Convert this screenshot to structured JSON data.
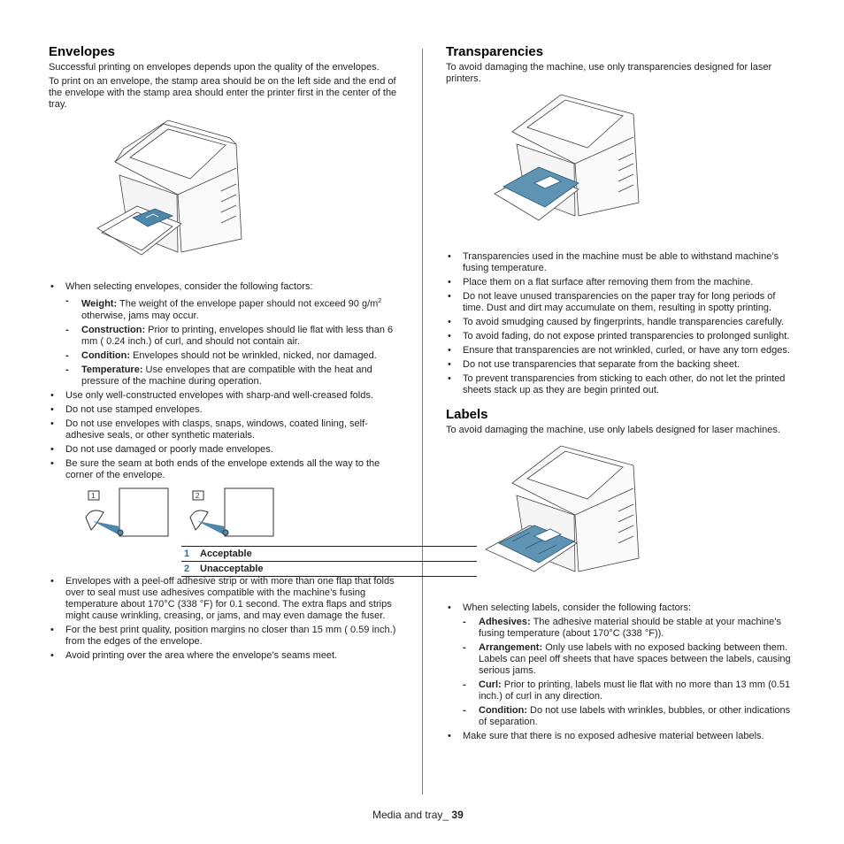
{
  "envelopes": {
    "title": "Envelopes",
    "intro1": "Successful printing on envelopes depends upon the quality of the envelopes.",
    "intro2": "To print on an envelope, the stamp area should be on the left side and the end of the envelope with the stamp area should enter the printer first in the center of the tray.",
    "factors_intro": "When selecting envelopes, consider the following factors:",
    "factors": [
      {
        "term": "Weight:",
        "pre": "The weight of the envelope paper should not exceed 90 g/m",
        "sup": "2",
        "post": " otherwise, jams may occur."
      },
      {
        "term": "Construction:",
        "text": "Prior to printing, envelopes should lie flat with less than 6 mm ( 0.24 inch.) of curl, and should not contain air."
      },
      {
        "term": "Condition:",
        "text": "Envelopes should not be wrinkled, nicked, nor damaged."
      },
      {
        "term": "Temperature:",
        "text": "Use envelopes that are compatible with the heat and pressure of the machine during operation."
      }
    ],
    "bullets_a": [
      "Use only well-constructed envelopes with sharp-and well-creased folds.",
      "Do not use stamped envelopes.",
      "Do not use envelopes with clasps, snaps, windows, coated lining, self-adhesive seals, or other synthetic materials.",
      "Do not use damaged or poorly made envelopes.",
      "Be sure the seam at both ends of the envelope extends all the way to the corner of the envelope."
    ],
    "legend": [
      {
        "num": "1",
        "label": "Acceptable"
      },
      {
        "num": "2",
        "label": "Unacceptable"
      }
    ],
    "bullets_b": [
      "Envelopes with a peel-off adhesive strip or with more than one flap that folds over to seal must use adhesives compatible with the machine’s fusing temperature about 170°C (338 °F) for 0.1 second. The extra flaps and strips might cause wrinkling, creasing, or jams, and may even damage the fuser.",
      "For the best print quality, position margins no closer than 15 mm ( 0.59 inch.) from the edges of the envelope.",
      "Avoid printing over the area where the envelope’s seams meet."
    ]
  },
  "transparencies": {
    "title": "Transparencies",
    "intro": "To avoid damaging the machine, use only transparencies designed for laser printers.",
    "bullets": [
      "Transparencies used in the machine must be able to withstand machine’s fusing temperature.",
      "Place them on a flat surface after removing them from the machine.",
      "Do not leave unused transparencies on the paper tray for long periods of time. Dust and dirt may accumulate on them, resulting in spotty printing.",
      "To avoid smudging caused by fingerprints, handle transparencies carefully.",
      "To avoid fading, do not expose printed transparencies to prolonged sunlight.",
      "Ensure that transparencies are not wrinkled, curled, or have any torn edges.",
      "Do not use transparencies that separate from the backing sheet.",
      "To prevent transparencies from sticking to each other, do not let the printed sheets stack up as they are begin printed out."
    ]
  },
  "labels": {
    "title": "Labels",
    "intro": "To avoid damaging the machine, use only labels designed for laser machines.",
    "factors_intro": "When selecting labels, consider the following factors:",
    "factors": [
      {
        "term": "Adhesives:",
        "text": "The adhesive material should be stable at your machine’s fusing temperature (about 170°C (338 °F))."
      },
      {
        "term": "Arrangement:",
        "text": "Only use labels with no exposed backing between them. Labels can peel off sheets that have spaces between the labels, causing serious jams."
      },
      {
        "term": "Curl:",
        "text": "Prior to printing, labels must lie flat with no more than 13 mm (0.51 inch.) of curl in any direction."
      },
      {
        "term": "Condition:",
        "text": "Do not use labels with wrinkles, bubbles, or other indications of separation."
      }
    ],
    "last_bullet": "Make sure that there is no exposed adhesive material between labels."
  },
  "footer": {
    "text": "Media and tray_",
    "page": "39"
  },
  "colors": {
    "accent": "#2e6da4",
    "tray_blue": "#4f87a8"
  }
}
